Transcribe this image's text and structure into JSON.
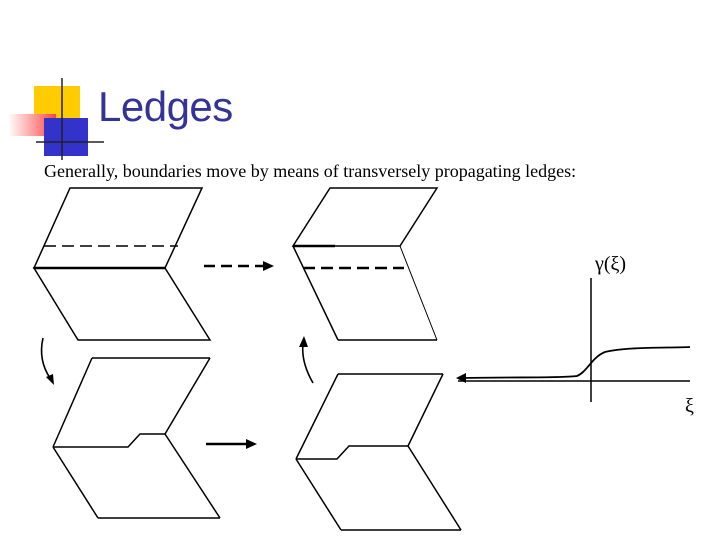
{
  "slide": {
    "title": "Ledges",
    "subtitle": "Generally, boundaries move by means of transversely propagating ledges:"
  },
  "graph": {
    "y_label": "γ(ξ)",
    "x_label": "ξ"
  },
  "colors": {
    "title": "#333399",
    "logo_yellow": "#ffcc00",
    "logo_red": "#ff6666",
    "logo_blue": "#3333cc",
    "rule": "#999999",
    "ink": "#000000"
  },
  "icons": {
    "logo": "overlapping-squares-logo",
    "transitions": [
      "dashed-arrow-right",
      "curved-arrow-down",
      "solid-arrow-right",
      "curved-arrow-up"
    ]
  }
}
